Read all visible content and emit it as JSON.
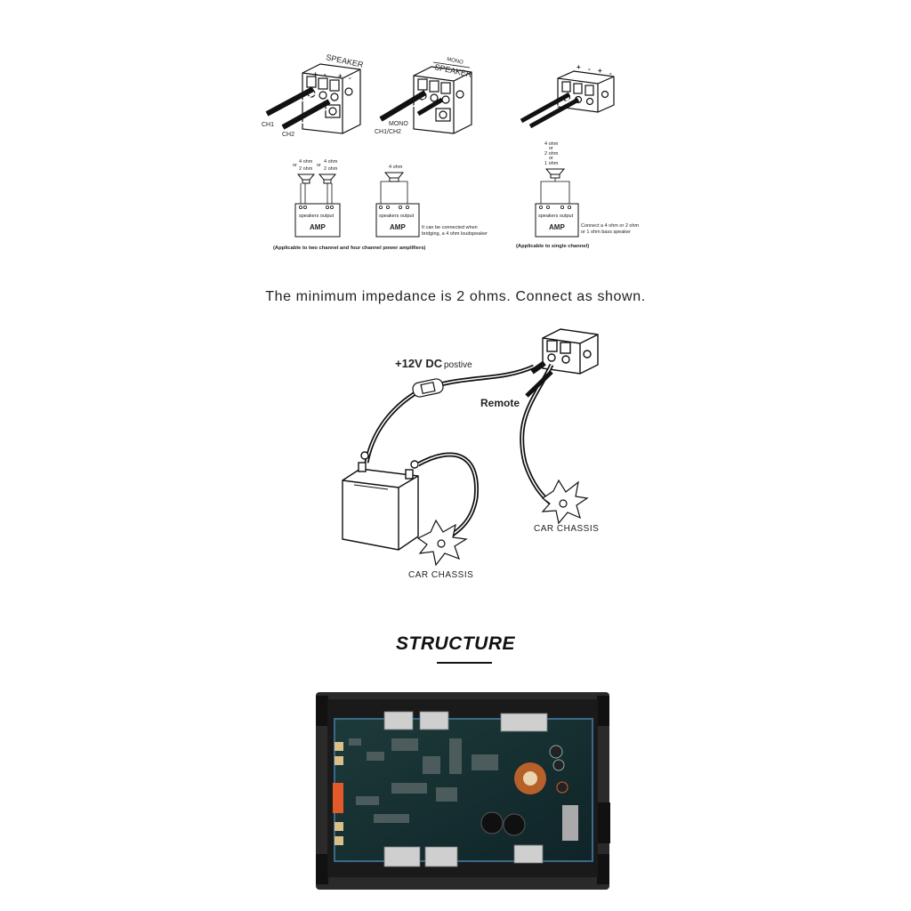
{
  "top_diagram": {
    "stereo": {
      "speaker_label": "SPEAKER",
      "polarity": [
        "+",
        "-",
        "+",
        "-"
      ],
      "ch1": "CH1",
      "ch2": "CH2",
      "impedance_left": "4 ohm",
      "impedance_left_or": "or",
      "impedance_left_2": "2 ohm",
      "impedance_right_or": "or",
      "impedance_right": "4 ohm",
      "impedance_right_2": "2 ohm",
      "box_label": "speakers output",
      "amp_label": "AMP",
      "note": "(Applicable to two channel and four channel power amplifiers)"
    },
    "mono": {
      "mono_top": "MONO",
      "speaker_label": "SPEAKER",
      "mono_label": "MONO",
      "ch_label": "CH1/CH2",
      "impedance": "4 ohm",
      "box_label": "speakers output",
      "amp_label": "AMP",
      "note_line1": "It can be connected when",
      "note_line2": "bridging, a 4 ohm loudspeaker"
    },
    "single": {
      "polarity": [
        "+",
        "-",
        "+",
        "-"
      ],
      "impedance_lines": [
        "4 ohm",
        "or",
        "2 ohm",
        "or",
        "1 ohm"
      ],
      "box_label": "speakers output",
      "amp_label": "AMP",
      "note_line1": "Connect a 4 ohm or 2 ohm",
      "note_line2": "or 1 ohm bass speaker",
      "note": "(Applicable to single channel)"
    }
  },
  "caption": "The minimum impedance is 2 ohms. Connect as shown.",
  "power_diagram": {
    "plus12": "+12V DC",
    "positive": "postive",
    "remote": "Remote",
    "chassis_right": "CAR CHASSIS",
    "chassis_left": "CAR CHASSIS"
  },
  "structure_title": "STRUCTURE"
}
